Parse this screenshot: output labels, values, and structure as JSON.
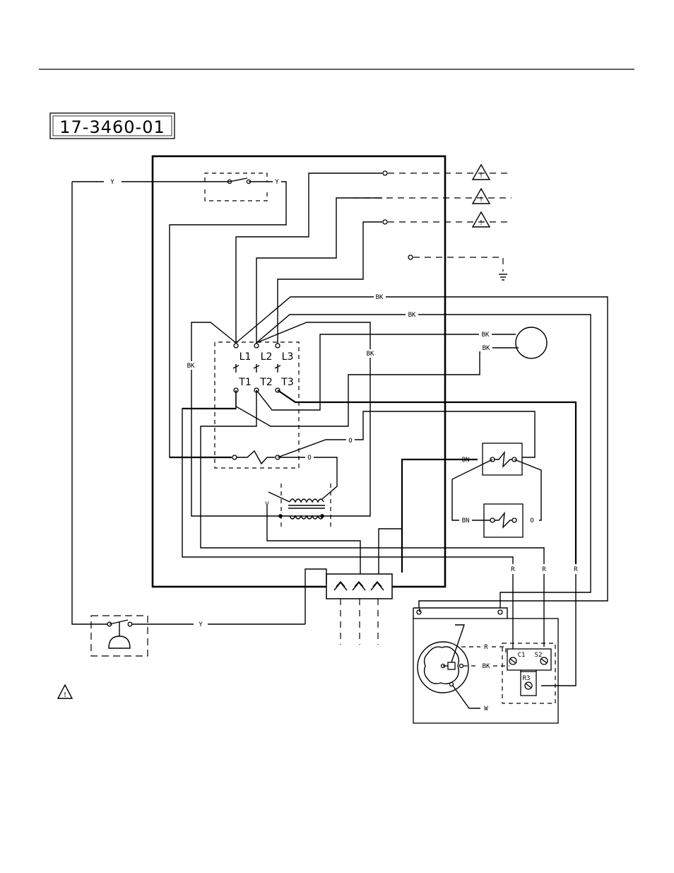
{
  "document": {
    "part_number": "17-3460-01"
  },
  "contactor": {
    "line_labels": [
      "L1",
      "L2",
      "L3"
    ],
    "load_labels": [
      "T1",
      "T2",
      "T3"
    ]
  },
  "wire_colors": {
    "yellow": "Y",
    "black": "BK",
    "red": "R",
    "brown": "BN",
    "violet": "V",
    "white": "W",
    "orange": "O"
  },
  "warning_symbol_text": "!",
  "compressor_terminals": {
    "common": "C1",
    "start": "S2",
    "run": "R3"
  }
}
